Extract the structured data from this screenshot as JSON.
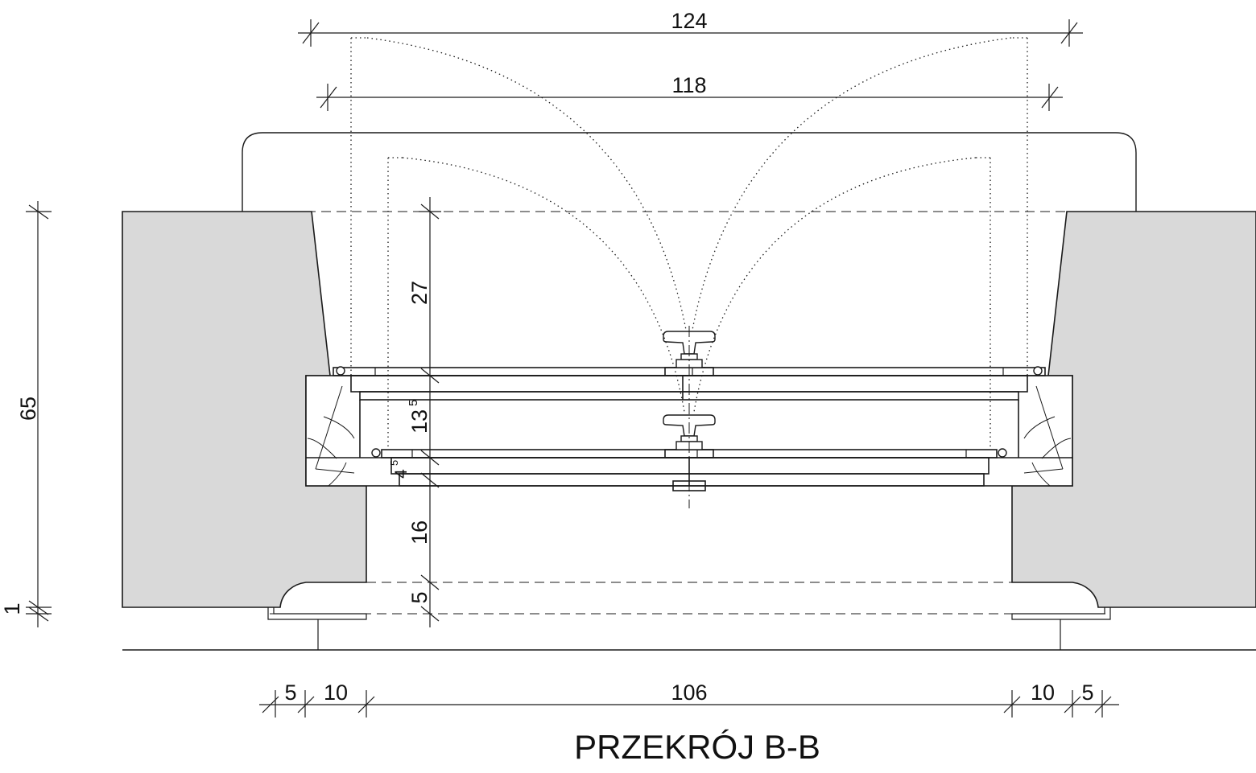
{
  "title": "PRZEKRÓJ B-B",
  "dimensions": {
    "top_outer": "124",
    "top_inner": "118",
    "height_total": "65",
    "height_bottom": "1",
    "reveal_upper": "27",
    "gap_between_sashes": {
      "base": "13",
      "sup": "5"
    },
    "sash_offset": {
      "base": "4",
      "sup": "5"
    },
    "reveal_lower": "16",
    "sill_height": "5",
    "bottom_left_outer": "5",
    "bottom_left_inner": "10",
    "bottom_clear": "106",
    "bottom_right_inner": "10",
    "bottom_right_outer": "5"
  },
  "colors": {
    "wall_fill": "#d9d9d9",
    "line": "#1a1a1a"
  }
}
